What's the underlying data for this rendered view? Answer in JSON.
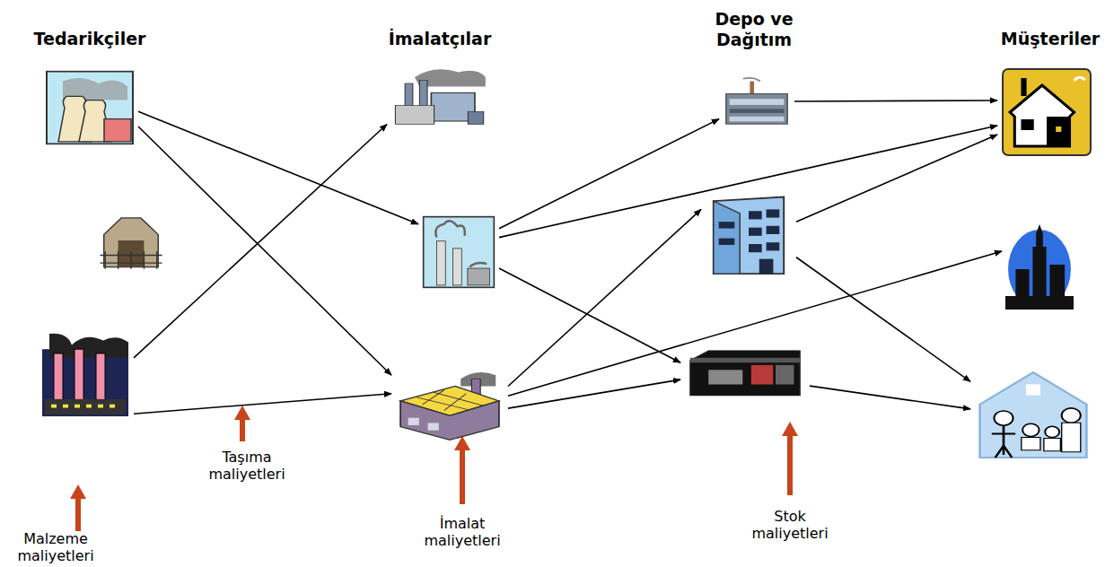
{
  "diagram": {
    "nodes": [
      {
        "text": []
      },
      {
        "text": []
      },
      {
        "text": []
      },
      {
        "text": []
      },
      {
        "text": []
      },
      {
        "text": []
      },
      {
        "text": []
      },
      {
        "text": []
      },
      {
        "text": []
      },
      {
        "text": []
      },
      {
        "text": []
      },
      {
        "text": []
      }
    ],
    "edges": [
      {
        "from": 0,
        "to": 4,
        "arrow": "to"
      },
      {
        "from": 0,
        "to": 5,
        "arrow": "to"
      },
      {
        "from": 2,
        "to": 3,
        "arrow": "to"
      },
      {
        "from": 2,
        "to": 5,
        "arrow": "to"
      },
      {
        "from": 4,
        "to": 6,
        "arrow": "to"
      },
      {
        "from": 4,
        "to": 9,
        "arrow": "to"
      },
      {
        "from": 4,
        "to": 8,
        "arrow": "to"
      },
      {
        "from": 5,
        "to": 7,
        "arrow": "to"
      },
      {
        "from": 5,
        "to": 10,
        "arrow": "to"
      },
      {
        "from": 5,
        "to": 8,
        "arrow": "to"
      },
      {
        "from": 6,
        "to": 9,
        "arrow": "to"
      },
      {
        "from": 7,
        "to": 9,
        "arrow": "to"
      },
      {
        "from": 7,
        "to": 11,
        "arrow": "to"
      },
      {
        "from": 8,
        "to": 11,
        "arrow": "to"
      }
    ],
    "labels": [
      "Tedarikçiler",
      "İmalatçılar",
      "Depo ve Dağıtım",
      "Müşteriler",
      "Malzeme maliyetleri",
      "Taşıma maliyetleri",
      "İmalat maliyetleri",
      "Stok maliyetleri"
    ]
  }
}
